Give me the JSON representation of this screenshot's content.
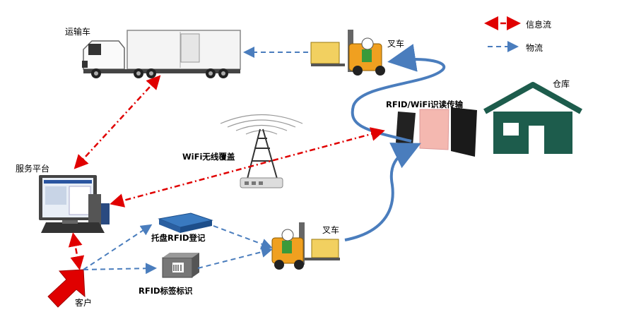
{
  "legend": {
    "info_flow": "信息流",
    "goods_flow": "物流",
    "info_color": "#e00000",
    "goods_color": "#4a7dbd"
  },
  "nodes": {
    "truck": "运输车",
    "forklift_top": "叉车",
    "warehouse": "仓库",
    "reader": "RFID/WiFi识读传输",
    "wifi": "WiFi无线覆盖",
    "platform": "服务平台",
    "pallet": "托盘RFID登记",
    "forklift_bottom": "叉车",
    "tag": "RFID标签标识",
    "customer": "客户"
  },
  "colors": {
    "warehouse": "#1d5c4c",
    "forklift": "#f0a020",
    "arrow_blue": "#4a7dbd",
    "arrow_red": "#e00000",
    "customer_arrow": "#e00000"
  }
}
